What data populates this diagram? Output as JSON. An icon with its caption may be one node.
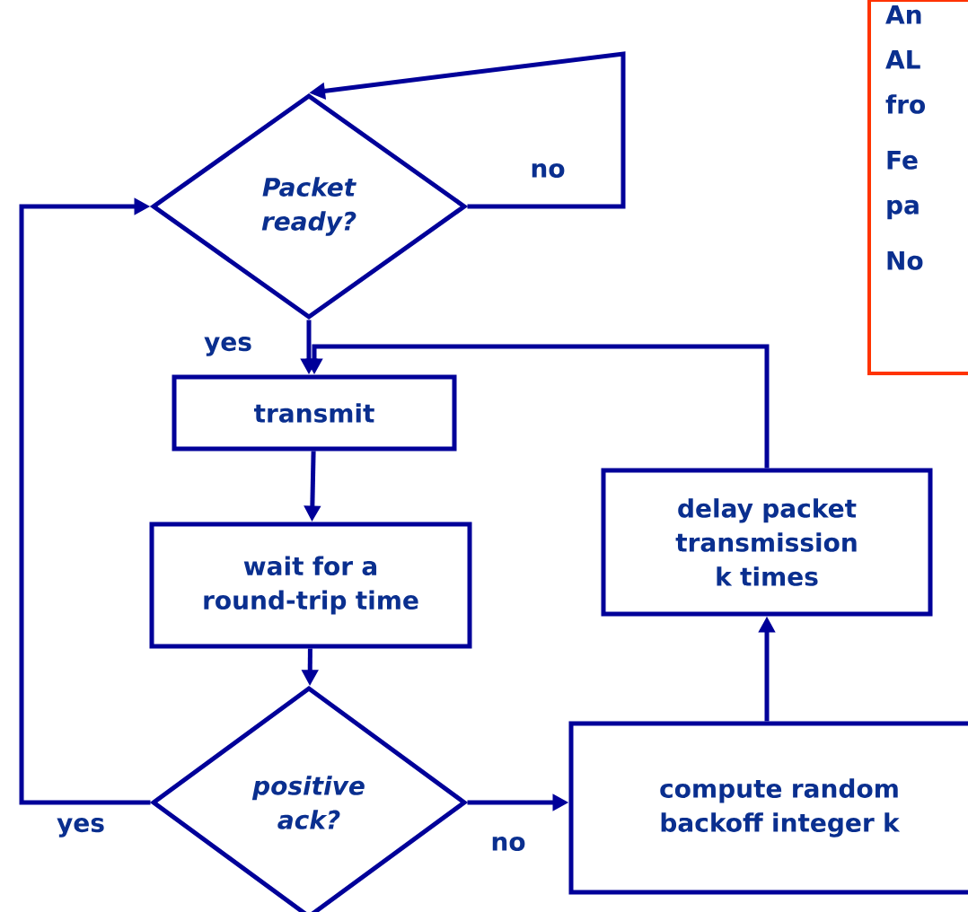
{
  "diagram": {
    "nodes": [
      {
        "text": [
          "Packet ready?"
        ]
      },
      {
        "text": [
          "transmit"
        ]
      },
      {
        "text": [
          "wait for a round-trip time"
        ]
      },
      {
        "text": [
          "positive ack?"
        ]
      },
      {
        "text": [
          "compute random backoff integer k"
        ]
      },
      {
        "text": [
          "delay packet transmission k times"
        ]
      },
      {
        "text": [
          "An AL fro",
          "Fe pa",
          "No"
        ]
      }
    ],
    "edges": [
      {
        "from": 0,
        "to": 0,
        "arrow": "to",
        "label": "no"
      },
      {
        "from": 0,
        "to": 1,
        "arrow": "to",
        "label": "yes"
      },
      {
        "from": 5,
        "to": 1,
        "arrow": "to"
      },
      {
        "from": 1,
        "to": 2,
        "arrow": "to"
      },
      {
        "from": 2,
        "to": 3,
        "arrow": "to"
      },
      {
        "from": 3,
        "to": 0,
        "arrow": "to",
        "label": "yes"
      },
      {
        "from": 3,
        "to": 4,
        "arrow": "to",
        "label": "no"
      },
      {
        "from": 4,
        "to": 5,
        "arrow": "to"
      }
    ]
  }
}
